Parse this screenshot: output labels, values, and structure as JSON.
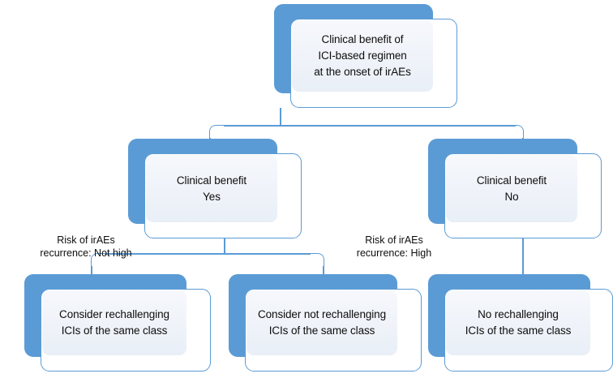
{
  "diagram": {
    "title": "Clinical decision flowchart for ICI rechallenge after irAEs",
    "type": "flowchart",
    "colors": {
      "node_fill_blue": "#5B9BD5",
      "node_panel_light": "#EFF3F9",
      "node_outline": "#5B9BD5",
      "connector": "#5B9BD5",
      "text": "#0d0d0d",
      "background": "#ffffff"
    },
    "nodes": [
      {
        "id": "root",
        "label": "Clinical benefit of\nICI-based regimen\nat the onset of irAEs",
        "level": 1
      },
      {
        "id": "benefit-yes",
        "label": "Clinical benefit\nYes",
        "level": 2
      },
      {
        "id": "benefit-no",
        "label": "Clinical benefit\nNo",
        "level": 2
      },
      {
        "id": "rechallenge",
        "label": "Consider rechallenging\nICIs of the same class",
        "level": 3
      },
      {
        "id": "not-rechallenge",
        "label": "Consider not rechallenging\nICIs of the same class",
        "level": 3
      },
      {
        "id": "no-rechallenge",
        "label": "No rechallenging\nICIs of the same class",
        "level": 3
      }
    ],
    "edge_labels": [
      {
        "id": "risk-not-high",
        "text": "Risk of irAEs\nrecurrence: Not high",
        "from": "benefit-yes",
        "to": "rechallenge"
      },
      {
        "id": "risk-high",
        "text": "Risk of irAEs\nrecurrence: High",
        "from": "benefit-yes",
        "to": "not-rechallenge"
      }
    ]
  }
}
